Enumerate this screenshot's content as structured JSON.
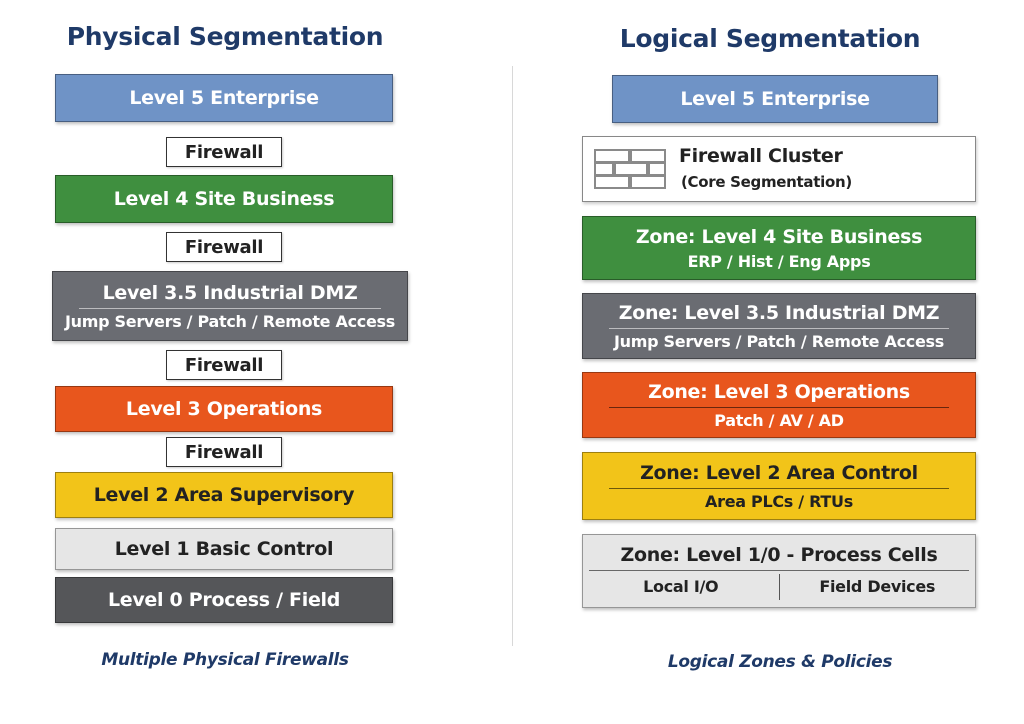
{
  "physical": {
    "title": "Physical Segmentation",
    "footer": "Multiple Physical Firewalls",
    "levels": [
      {
        "label": "Level 5 Enterprise",
        "color": "#6f93c6"
      },
      {
        "label": "Level 4 Site Business",
        "color": "#3f8f3f"
      },
      {
        "label": "Level 3.5 Industrial DMZ",
        "sub": "Jump Servers / Patch / Remote Access",
        "color": "#6a6c72"
      },
      {
        "label": "Level 3 Operations",
        "color": "#e8561d"
      },
      {
        "label": "Level 2 Area Supervisory",
        "color": "#f2c419"
      },
      {
        "label": "Level 1 Basic Control",
        "color": "#e6e6e6"
      },
      {
        "label": "Level 0 Process / Field",
        "color": "#555659"
      }
    ],
    "firewalls": [
      "Firewall",
      "Firewall",
      "Firewall",
      "Firewall"
    ]
  },
  "logical": {
    "title": "Logical Segmentation",
    "footer": "Logical Zones & Policies",
    "enterprise": {
      "label": "Level 5 Enterprise",
      "color": "#6f93c6"
    },
    "cluster": {
      "label": "Firewall Cluster",
      "sub": "(Core Segmentation)",
      "icon": "brick-wall-icon"
    },
    "zones": [
      {
        "label": "Zone: Level 4 Site Business",
        "sub": "ERP / Hist / Eng Apps",
        "color": "#3f8f3f"
      },
      {
        "label": "Zone: Level 3.5 Industrial DMZ",
        "sub": "Jump Servers / Patch / Remote Access",
        "color": "#6a6c72"
      },
      {
        "label": "Zone: Level 3 Operations",
        "sub": "Patch / AV / AD",
        "color": "#e8561d"
      },
      {
        "label": "Zone: Level 2 Area Control",
        "sub": "Area PLCs / RTUs",
        "color": "#f2c419"
      },
      {
        "label": "Zone: Level 1/0 - Process Cells",
        "sub_left": "Local I/O",
        "sub_right": "Field Devices",
        "color": "#e6e6e6"
      }
    ]
  }
}
